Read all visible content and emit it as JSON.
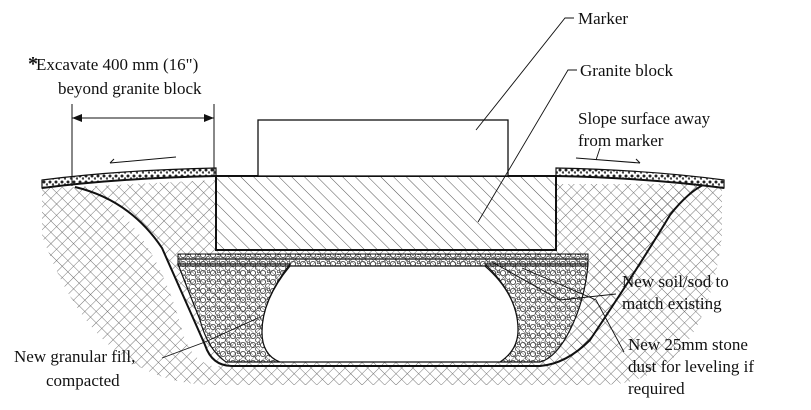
{
  "diagram": {
    "labels": {
      "marker": "Marker",
      "granite_block": "Granite block",
      "excavate_asterisk": "*",
      "excavate_line1": "Excavate 400 mm (16\")",
      "excavate_line2": "beyond granite block",
      "slope_line1": "Slope surface away",
      "slope_line2": "from marker",
      "new_soil_line1": "New soil/sod to",
      "new_soil_line2": "match existing",
      "granular_line1": "New granular fill,",
      "granular_line2": "compacted",
      "stone_dust_line1": "New 25mm stone",
      "stone_dust_line2": "dust for leveling if",
      "stone_dust_line3": "required"
    },
    "colors": {
      "ink": "#111111",
      "hatch": "#555555",
      "background": "#ffffff"
    }
  }
}
